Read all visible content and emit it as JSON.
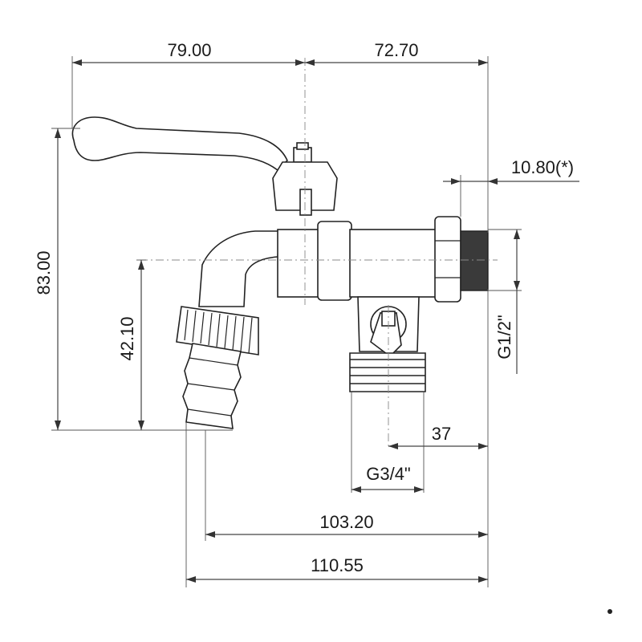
{
  "dimensions": {
    "top_left_width": "79.00",
    "top_right_width": "72.70",
    "thread_length": "10.80(*)",
    "total_height": "83.00",
    "spout_height": "42.10",
    "inlet_thread": "G1/2\"",
    "outlet_offset": "37",
    "outlet_thread": "G3/4\"",
    "spout_to_inlet": "103.20",
    "overall_length": "110.55"
  },
  "colors": {
    "line": "#222222",
    "dimension": "#444444",
    "thread_fill": "#3a3a3a"
  }
}
